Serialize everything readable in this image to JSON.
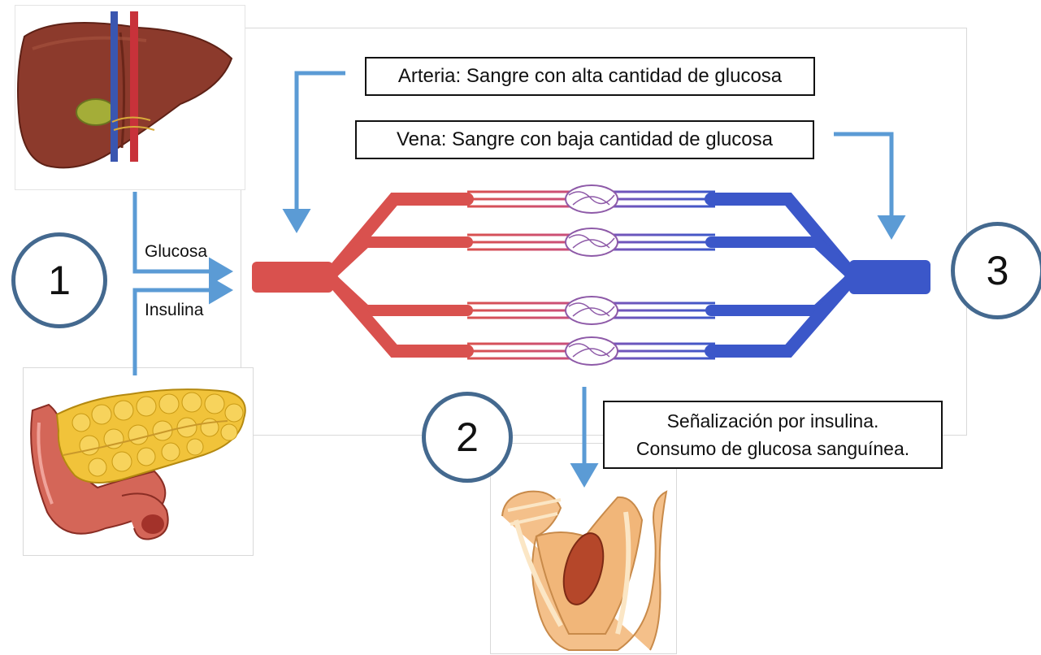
{
  "labels": {
    "artery": "Arteria: Sangre con alta cantidad de glucosa",
    "vein": "Vena: Sangre con baja cantidad de glucosa",
    "signaling_line1": "Señalización por insulina.",
    "signaling_line2": "Consumo de glucosa sanguínea.",
    "glucose": "Glucosa",
    "insulin": "Insulina"
  },
  "steps": [
    "1",
    "2",
    "3"
  ],
  "colors": {
    "arrow": "#5b9bd5",
    "artery": "#d9514e",
    "vein": "#3b57c9",
    "circle_border": "#44698f"
  }
}
